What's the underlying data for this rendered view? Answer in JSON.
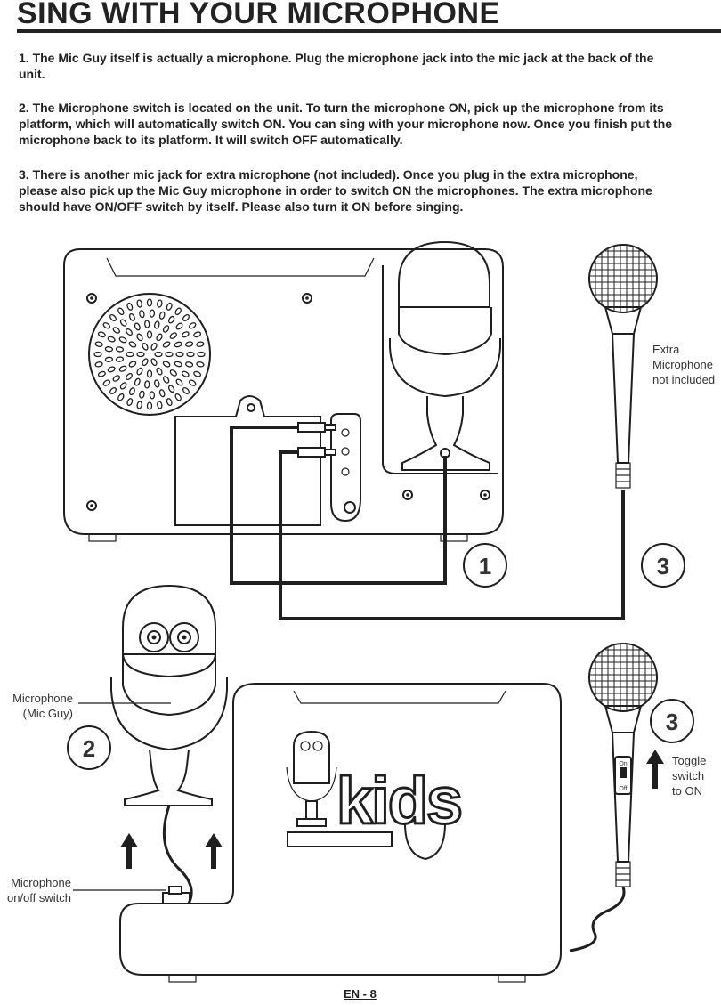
{
  "page": {
    "title": "SING WITH YOUR MICROPHONE",
    "footer": "EN - 8"
  },
  "instructions": [
    {
      "text": "1. The Mic Guy itself is actually a microphone. Plug the microphone jack into the mic jack at the back of the unit."
    },
    {
      "text": "2. The Microphone switch is located on the unit. To turn the microphone ON, pick up the microphone from its platform, which will automatically switch ON. You can sing with your microphone now. Once you finish put the microphone back to its platform. It will switch OFF automatically."
    },
    {
      "text": "3. There is another mic jack for extra microphone (not included). Once you plug in the extra microphone, please also pick up the Mic Guy microphone in order to switch ON the microphones. The extra microphone should have ON/OFF switch by itself. Please also turn it ON before singing."
    }
  ],
  "diagram": {
    "extra_mic_label": [
      "Extra",
      "Microphone",
      "not included"
    ],
    "mic_guy_label": [
      "Microphone",
      "(Mic Guy)"
    ],
    "switch_label": [
      "Microphone",
      "on/off switch"
    ],
    "toggle_label": [
      "Toggle",
      "switch",
      "to ON"
    ],
    "step_badges": [
      "1",
      "3",
      "2",
      "3"
    ],
    "mic_switch_on": "On",
    "mic_switch_off": "Off",
    "logo_text": "kids"
  }
}
